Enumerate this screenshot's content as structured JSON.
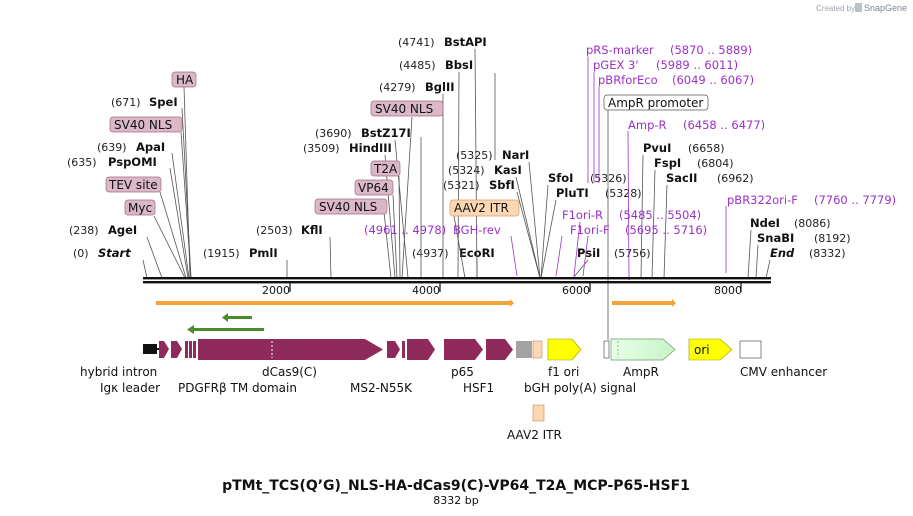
{
  "credit": {
    "prefix": "Created by",
    "brand": "SnapGene"
  },
  "plasmid": {
    "name": "pTMt_TCS(Q’G)_NLS-HA-dCas9(C)-VP64_T2A_MCP-P65-HSF1",
    "length_label": "8332 bp"
  },
  "scale": {
    "ticks": [
      2000,
      4000,
      6000,
      8000
    ],
    "total": 8332
  },
  "sites": [
    {
      "pos": "(0)",
      "name": "Start",
      "italic": true
    },
    {
      "pos": "(238)",
      "name": "AgeI"
    },
    {
      "pos": "(635)",
      "name": "PspOMI"
    },
    {
      "pos": "(639)",
      "name": "ApaI"
    },
    {
      "pos": "(671)",
      "name": "SpeI"
    },
    {
      "pos": "(1915)",
      "name": "PmlI"
    },
    {
      "pos": "(2503)",
      "name": "KflI"
    },
    {
      "pos": "(3509)",
      "name": "HindIII"
    },
    {
      "pos": "(3690)",
      "name": "BstZ17I"
    },
    {
      "pos": "(4279)",
      "name": "BglII"
    },
    {
      "pos": "(4485)",
      "name": "BbsI"
    },
    {
      "pos": "(4741)",
      "name": "BstAPI"
    },
    {
      "pos": "(4937)",
      "name": "EcoRI"
    },
    {
      "pos": "(5321)",
      "name": "SbfI"
    },
    {
      "pos": "(5324)",
      "name": "KasI"
    },
    {
      "pos": "(5325)",
      "name": "NarI"
    },
    {
      "pos": "(5326)",
      "name": "SfoI"
    },
    {
      "pos": "(5328)",
      "name": "PluTI"
    },
    {
      "pos": "(5756)",
      "name": "PsiI"
    },
    {
      "pos": "(6658)",
      "name": "PvuI"
    },
    {
      "pos": "(6804)",
      "name": "FspI"
    },
    {
      "pos": "(6962)",
      "name": "SacII"
    },
    {
      "pos": "(8086)",
      "name": "NdeI"
    },
    {
      "pos": "(8192)",
      "name": "SnaBI"
    },
    {
      "pos": "(8332)",
      "name": "End",
      "italic": true
    }
  ],
  "feature_tags": [
    "HA",
    "SV40 NLS",
    "TEV site",
    "Myc",
    "SV40 NLS",
    "T2A",
    "VP64",
    "SV40 NLS",
    "AAV2 ITR",
    "AmpR promoter"
  ],
  "primers": [
    {
      "name": "pRS-marker",
      "range": "(5870 .. 5889)"
    },
    {
      "name": "pGEX 3'",
      "range": "(5989 .. 6011)"
    },
    {
      "name": "pBRforEco",
      "range": "(6049 .. 6067)"
    },
    {
      "name": "Amp-R",
      "range": "(6458 .. 6477)"
    },
    {
      "name": "F1ori-R",
      "range": "(5485 .. 5504)"
    },
    {
      "name": "F1ori-F",
      "range": "(5695 .. 5716)"
    },
    {
      "name": "pBR322ori-F",
      "range": "(7760 .. 7779)"
    },
    {
      "name": "",
      "range": "(4961 .. 4978)"
    },
    {
      "name": "BGH-rev",
      "range": ""
    }
  ],
  "features_bottom": [
    "hybrid intron",
    "Igκ leader",
    "PDGFRβ TM domain",
    "dCas9(C)",
    "MS2-N55K",
    "p65",
    "HSF1",
    "f1 ori",
    "bGH poly(A) signal",
    "AmpR",
    "CMV enhancer",
    "AAV2 ITR"
  ],
  "feature_ori": "ori",
  "colors": {
    "cds": "#8e2b5b",
    "primer": "#9b30c8",
    "tag_fill": "#dbb8c7",
    "itr_fill": "#fcd7b4",
    "ori": "#ffff00",
    "ampr": "#ccffcc"
  }
}
